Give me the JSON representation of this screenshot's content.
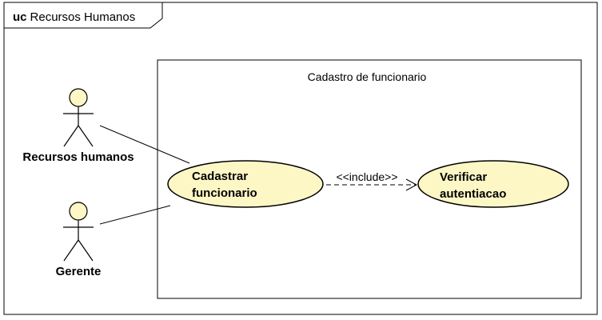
{
  "frame": {
    "keyword": "uc",
    "name": "Recursos Humanos"
  },
  "system_boundary": {
    "name": "Cadastro de funcionario"
  },
  "actors": [
    {
      "id": "rh",
      "name": "Recursos humanos"
    },
    {
      "id": "gerente",
      "name": "Gerente"
    }
  ],
  "use_cases": [
    {
      "id": "cadastrar",
      "lines": [
        "Cadastrar",
        "funcionario"
      ]
    },
    {
      "id": "verificar",
      "lines": [
        "Verificar",
        "autentiacao"
      ]
    }
  ],
  "relations": [
    {
      "from": "rh",
      "to": "cadastrar",
      "type": "association"
    },
    {
      "from": "gerente",
      "to": "cadastrar",
      "type": "association"
    },
    {
      "from": "cadastrar",
      "to": "verificar",
      "type": "include",
      "label": "<<include>>"
    }
  ],
  "colors": {
    "use_case_fill": "#fdf7c6",
    "actor_fill": "#fdf7c6",
    "stroke": "#000000"
  }
}
